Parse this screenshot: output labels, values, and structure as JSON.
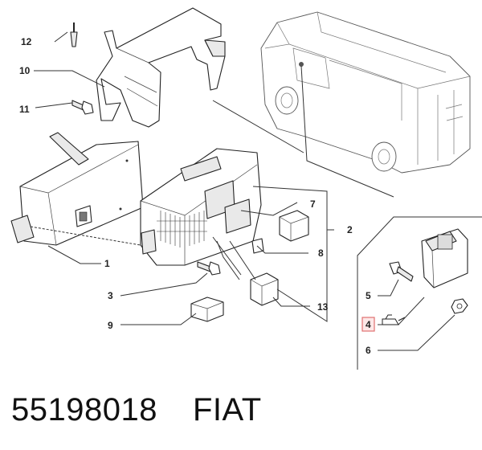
{
  "callouts": [
    {
      "id": "1",
      "label": "1"
    },
    {
      "id": "2",
      "label": "2"
    },
    {
      "id": "3",
      "label": "3"
    },
    {
      "id": "4",
      "label": "4"
    },
    {
      "id": "5",
      "label": "5"
    },
    {
      "id": "6",
      "label": "6"
    },
    {
      "id": "7",
      "label": "7"
    },
    {
      "id": "8",
      "label": "8"
    },
    {
      "id": "9",
      "label": "9"
    },
    {
      "id": "10",
      "label": "10"
    },
    {
      "id": "11",
      "label": "11"
    },
    {
      "id": "12",
      "label": "12"
    },
    {
      "id": "13",
      "label": "13"
    }
  ],
  "highlight_color": "#e07070",
  "caption": {
    "part_number": "55198018",
    "brand": "FIAT"
  }
}
